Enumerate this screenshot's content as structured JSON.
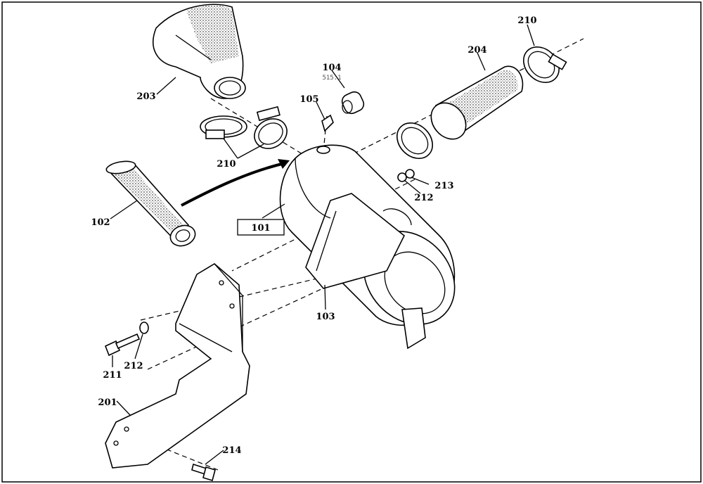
{
  "diagram": {
    "callouts": {
      "c101": "101",
      "c102": "102",
      "c103": "103",
      "c104": "104",
      "c104_sub": "515.1",
      "c105": "105",
      "c201": "201",
      "c203": "203",
      "c204": "204",
      "c210a": "210",
      "c210b": "210",
      "c211": "211",
      "c212a": "212",
      "c212b": "212",
      "c213": "213",
      "c214": "214"
    },
    "colors": {
      "ink": "#000000",
      "paper": "#ffffff"
    }
  }
}
